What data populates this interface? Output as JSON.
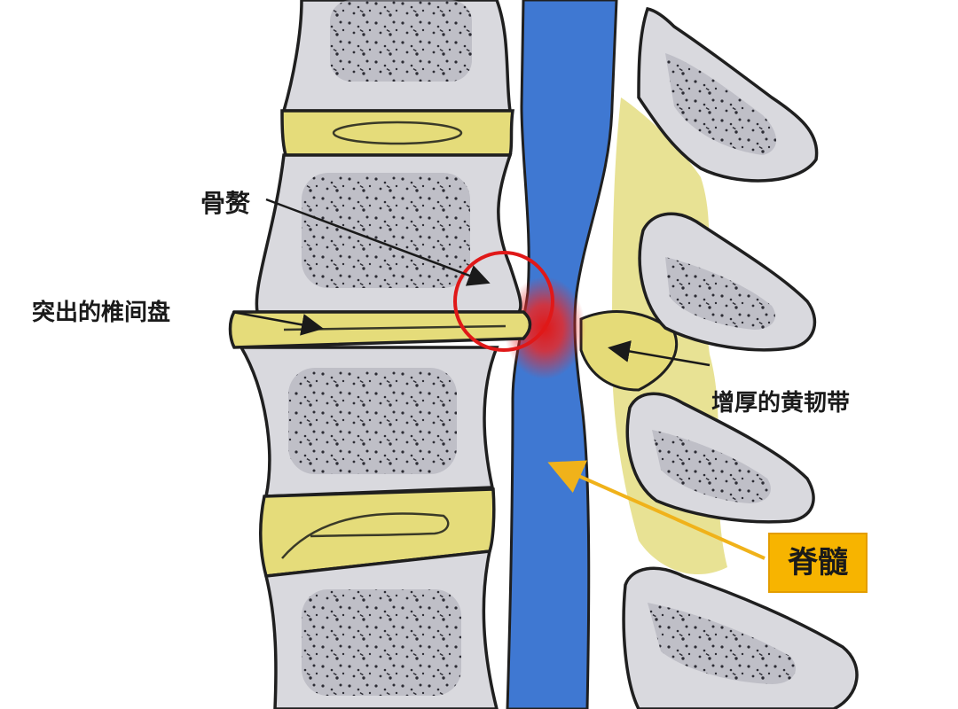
{
  "labels": {
    "bone_spur": "骨赘",
    "herniated_disc": "突出的椎间盘",
    "thickened_ligament": "增厚的黄韧带",
    "spinal_cord": "脊髓"
  },
  "colors": {
    "bone_fill": "#d9d9de",
    "bone_outline": "#1f1f1f",
    "disc_fill": "#e5dc7a",
    "ligament_fill": "#e8e294",
    "spinal_cord": "#3f78d2",
    "compression_red": "#e01818",
    "spinal_cord_label_bg": "#f7b400",
    "pointer_arrow_yellow": "#f0b21a"
  }
}
